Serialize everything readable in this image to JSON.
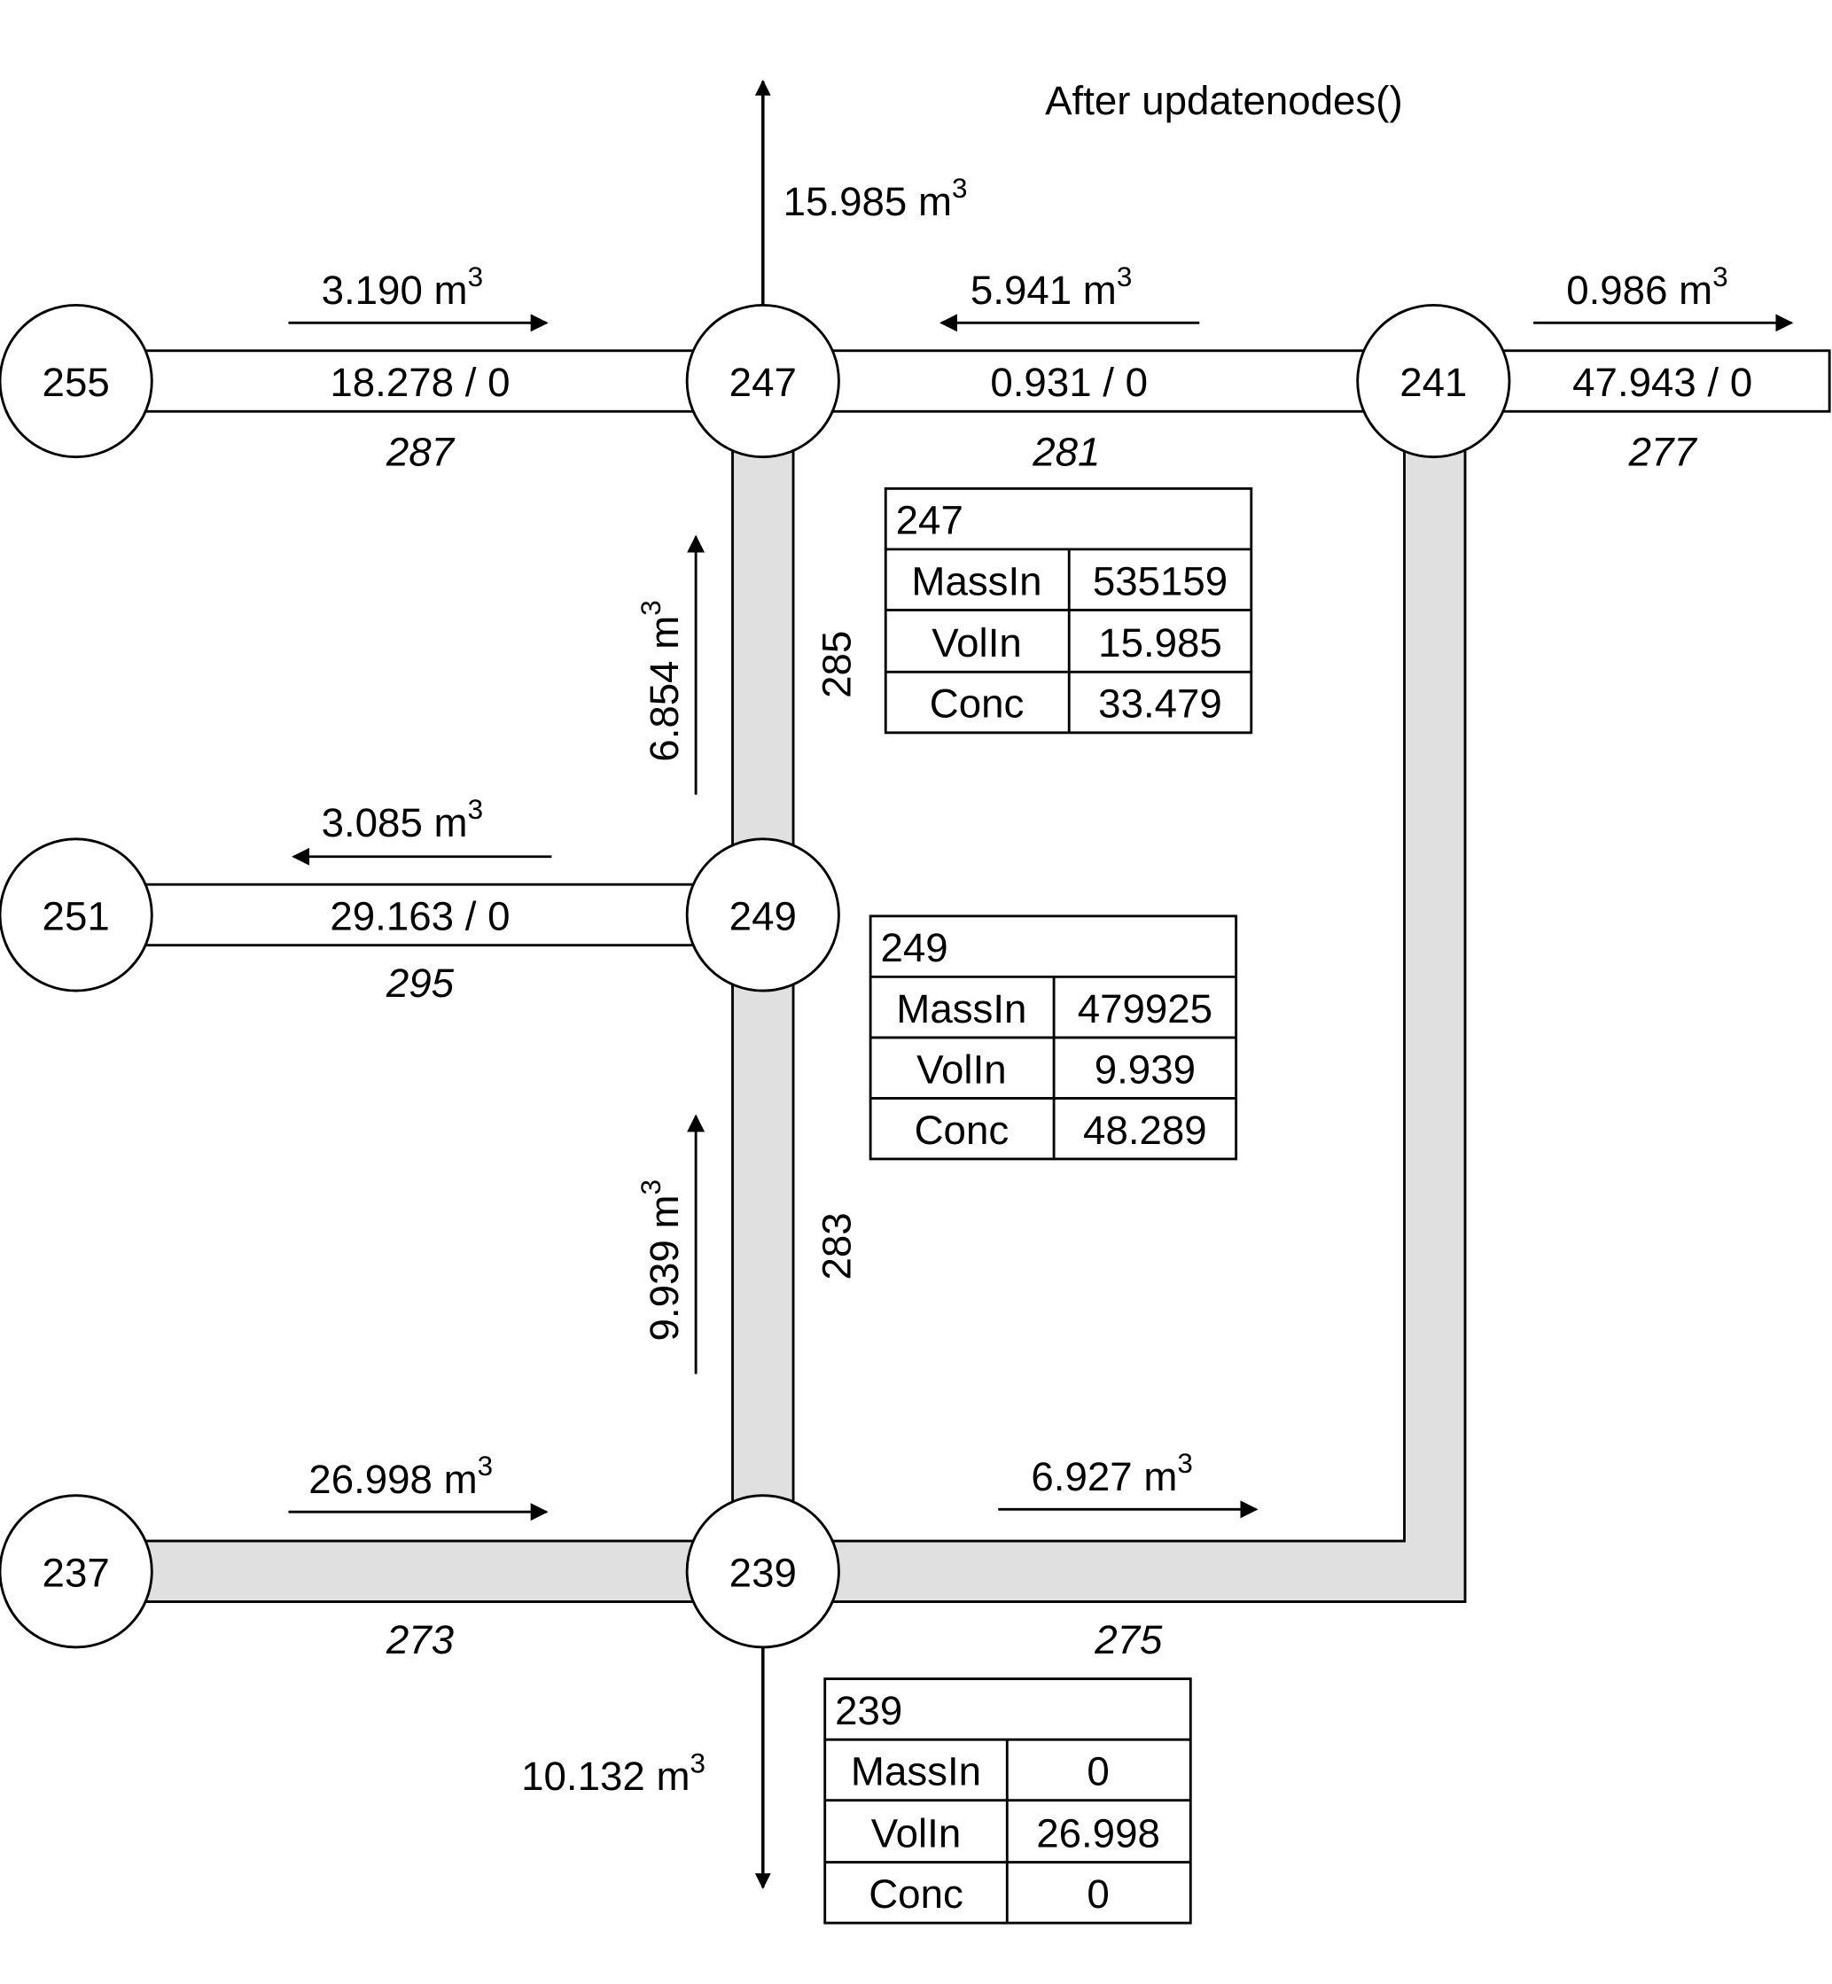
{
  "title": "After updatenodes()",
  "colors": {
    "pipe_filled": "#e0e0e0",
    "pipe_empty": "#ffffff",
    "stroke": "#000000"
  },
  "nodes": [
    {
      "id": "255"
    },
    {
      "id": "247"
    },
    {
      "id": "241"
    },
    {
      "id": "251"
    },
    {
      "id": "249"
    },
    {
      "id": "237"
    },
    {
      "id": "239"
    }
  ],
  "pipes": {
    "p287": {
      "id": "287",
      "from": "255",
      "to": "247",
      "content": "18.278 / 0",
      "flow": "3.190 m",
      "flow_dir": "right",
      "filled": false
    },
    "p281": {
      "id": "281",
      "from": "247",
      "to": "241",
      "content": "0.931 / 0",
      "flow": "5.941 m",
      "flow_dir": "left",
      "filled": false
    },
    "p277": {
      "id": "277",
      "from": "241",
      "to": "",
      "content": "47.943 / 0",
      "flow": "0.986 m",
      "flow_dir": "right",
      "filled": false
    },
    "p295": {
      "id": "295",
      "from": "249",
      "to": "251",
      "content": "29.163 / 0",
      "flow": "3.085 m",
      "flow_dir": "left",
      "filled": false
    },
    "p285": {
      "id": "285",
      "from": "249",
      "to": "247",
      "flow": "6.854 m",
      "flow_dir": "up",
      "filled": true
    },
    "p283": {
      "id": "283",
      "from": "239",
      "to": "249",
      "flow": "9.939 m",
      "flow_dir": "up",
      "filled": true
    },
    "p273": {
      "id": "273",
      "from": "237",
      "to": "239",
      "flow": "26.998 m",
      "flow_dir": "right",
      "filled": true
    },
    "p275": {
      "id": "275",
      "from": "239",
      "to": "241",
      "flow": "6.927 m",
      "flow_dir": "right",
      "filled": true
    }
  },
  "unit_exponent": "3",
  "outflows": {
    "top_247": "15.985 m",
    "bottom_239": "10.132 m"
  },
  "tables": {
    "t247": {
      "node": "247",
      "rows": [
        {
          "label": "MassIn",
          "value": "535159"
        },
        {
          "label": "VolIn",
          "value": "15.985"
        },
        {
          "label": "Conc",
          "value": "33.479"
        }
      ]
    },
    "t249": {
      "node": "249",
      "rows": [
        {
          "label": "MassIn",
          "value": "479925"
        },
        {
          "label": "VolIn",
          "value": "9.939"
        },
        {
          "label": "Conc",
          "value": "48.289"
        }
      ]
    },
    "t239": {
      "node": "239",
      "rows": [
        {
          "label": "MassIn",
          "value": "0"
        },
        {
          "label": "VolIn",
          "value": "26.998"
        },
        {
          "label": "Conc",
          "value": "0"
        }
      ]
    }
  }
}
